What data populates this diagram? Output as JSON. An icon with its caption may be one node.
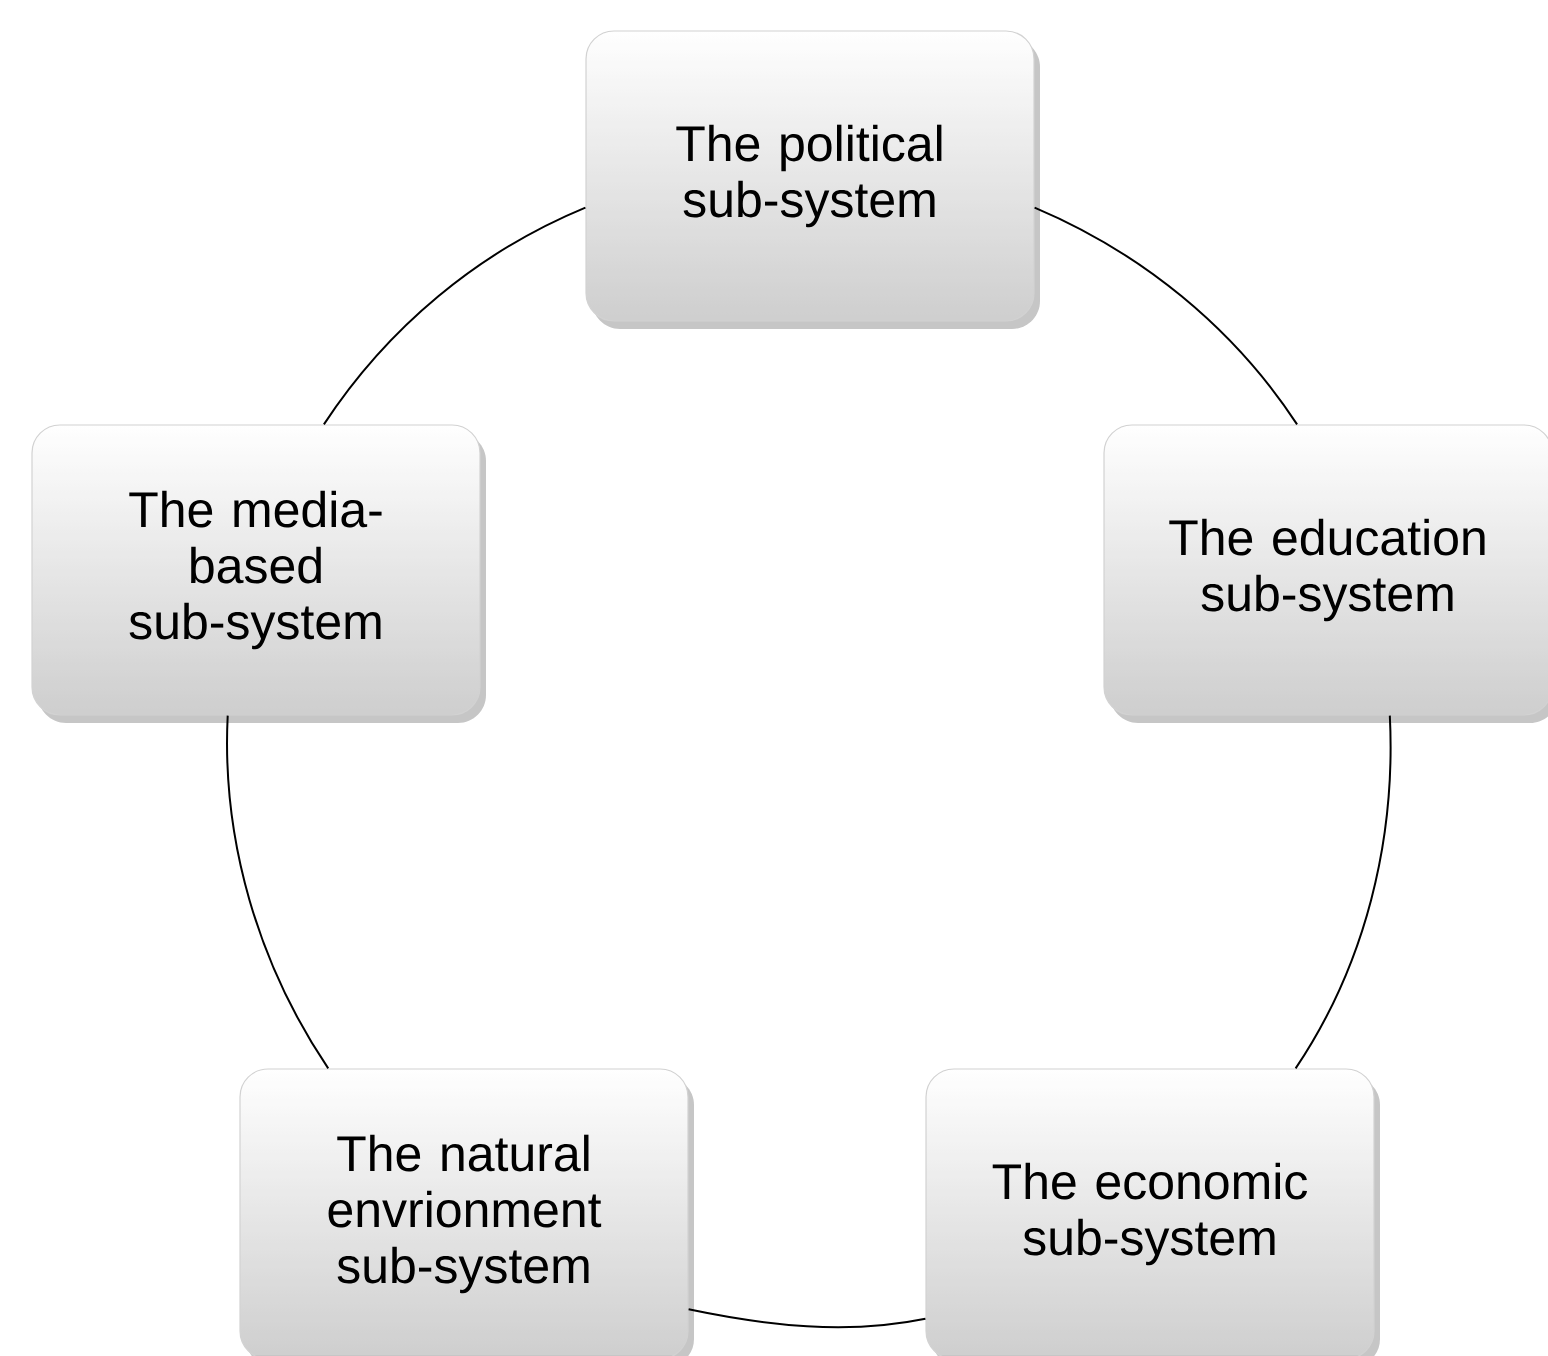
{
  "diagram": {
    "nodes": [
      {
        "text": [
          "The political sub-system"
        ]
      },
      {
        "text": [
          "The media-based sub-system"
        ]
      },
      {
        "text": [
          "The education sub-system"
        ]
      },
      {
        "text": [
          "The natural envrionment sub-system"
        ]
      },
      {
        "text": [
          "The economic sub-system"
        ]
      }
    ],
    "edges": [
      {
        "from": 0,
        "to": 2,
        "arrow": "none"
      },
      {
        "from": 2,
        "to": 4,
        "arrow": "none"
      },
      {
        "from": 4,
        "to": 3,
        "arrow": "none"
      },
      {
        "from": 3,
        "to": 1,
        "arrow": "none"
      },
      {
        "from": 1,
        "to": 0,
        "arrow": "none"
      }
    ]
  }
}
